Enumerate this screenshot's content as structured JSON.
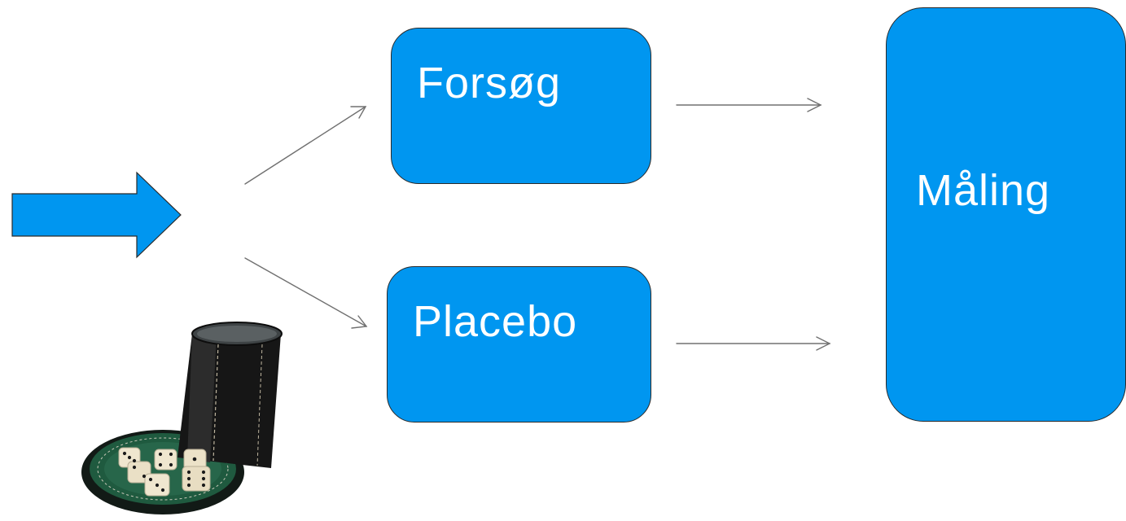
{
  "diagram": {
    "boxes": {
      "forsog": {
        "label": "Forsøg"
      },
      "placebo": {
        "label": "Placebo"
      },
      "maling": {
        "label": "Måling"
      }
    },
    "colors": {
      "box_fill": "#0096f0",
      "box_border": "#2a2a2a",
      "arrow_line": "#707070",
      "block_arrow": "#0096f0"
    },
    "picture": "dice-cup-with-dice"
  }
}
